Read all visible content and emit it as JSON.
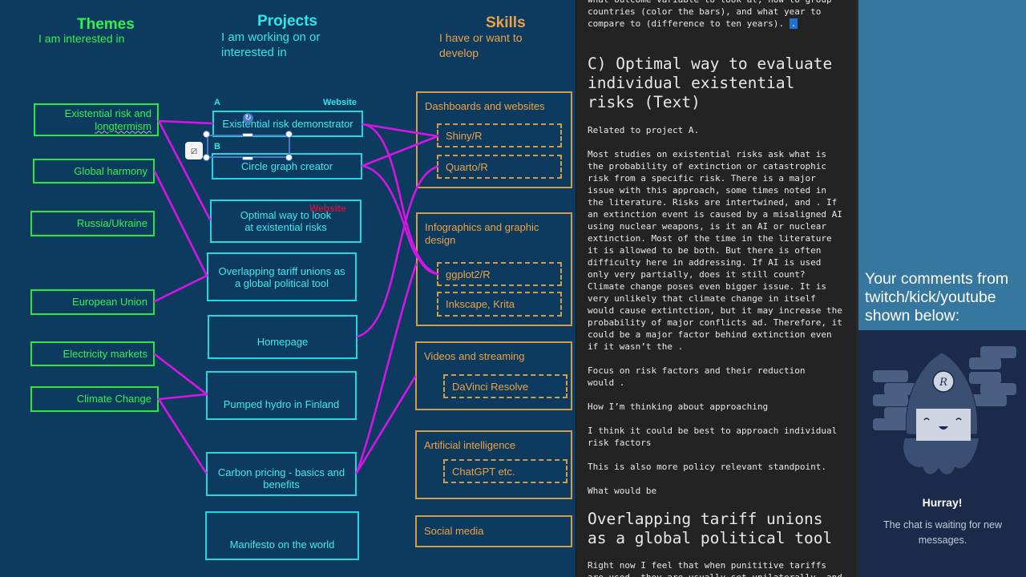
{
  "mindmap": {
    "columns": {
      "themes": {
        "title": "Themes",
        "subtitle": "I am interested in"
      },
      "projects": {
        "title": "Projects",
        "subtitle_line1": "I am working on or",
        "subtitle_line2": "interested in"
      },
      "skills": {
        "title": "Skills",
        "subtitle_line1": "I have or want to",
        "subtitle_line2": "develop"
      }
    },
    "themes": [
      {
        "line1": "Existential  risk and",
        "line2": "longtermism"
      },
      {
        "line1": "Global harmony"
      },
      {
        "line1": "Russia/Ukraine"
      },
      {
        "line1": "European Union"
      },
      {
        "line1": "Electricity markets"
      },
      {
        "line1": "Climate Change"
      }
    ],
    "projects": [
      {
        "label": "Existential risk demonstrator",
        "tag": "A",
        "badge": "Website"
      },
      {
        "label": "Circle graph creator",
        "tag": "B"
      },
      {
        "line1": "Optimal way to look",
        "line2": "at existential risks",
        "badge": "Website"
      },
      {
        "line1": "Overlapping tariff unions as",
        "line2": "a global political tool"
      },
      {
        "label": "Homepage"
      },
      {
        "label": "Pumped hydro in Finland"
      },
      {
        "line1": "Carbon pricing - basics and",
        "line2": "benefits"
      },
      {
        "label": "Manifesto on the world"
      }
    ],
    "skills": [
      {
        "title": "Dashboards and websites",
        "items": [
          "Shiny/R",
          "Quarto/R"
        ]
      },
      {
        "title_line1": "Infographics and graphic",
        "title_line2": "design",
        "items": [
          "ggplot2/R",
          "Inkscape, Krita"
        ]
      },
      {
        "title": "Videos and streaming",
        "items": [
          "DaVinci Resolve"
        ]
      },
      {
        "title": "Artificial intelligence",
        "items": [
          "ChatGPT etc."
        ]
      },
      {
        "title": "Social media",
        "items": []
      }
    ],
    "colors": {
      "theme": "#2ff24d",
      "project": "#2fe6e6",
      "skill": "#eda245",
      "connector": "#d714e6",
      "background": "#0d3b5f"
    }
  },
  "editor": {
    "intro_lines": "what outcome variable to look at, how to group\ncountries (color the bars), and what year to\ncompare to (difference to ten years). ",
    "cursor_char": ".",
    "heading_c": "C) Optimal way to evaluate\nindividual existential\nrisks (Text)",
    "related": "Related to project A.",
    "para1": "Most studies on existential risks ask what is\nthe probability of extinction or catastrophic\nrisk from a specific risk. There is a major\nissue with this approach, some times noted in\nthe literature. Risks are intertwined, and . If\nan extinction event is caused by a misaligned AI\nusing nuclear weapons, is it an AI or nuclear\nextinction. Most of the time in the literature\nit is allowed to be both. But there is often\ndifficulty here in addressing. If AI is used\nonly very partially, does it still count?\nClimate change poses even bigger issue. It is\nvery unlikely that climate change in itself\nwould cause extintction, but it may increase the\nprobability of major conflicts ad. Therefore, it\ncould be a major factor behind extinction even\nif it wasn’t the .",
    "para2": "Focus on risk factors and their reduction\nwould .",
    "para3": "How I’m thinking about approaching",
    "para4": "I think it could be best to approach individual\nrisk factors",
    "para5": "This is also more policy relevant standpoint.",
    "para6": "What would be",
    "heading_next": "Overlapping tariff unions\nas a global political tool",
    "para7": "Right now I feel that when punititive tariffs\nare used, they are usually set unilaterally, and"
  },
  "chat": {
    "header": "Your comments from\ntwitch/kick/youtube\nshown below:",
    "mascot_badge": "R",
    "hurray": "Hurray!",
    "waiting": "The chat is waiting for new messages."
  }
}
